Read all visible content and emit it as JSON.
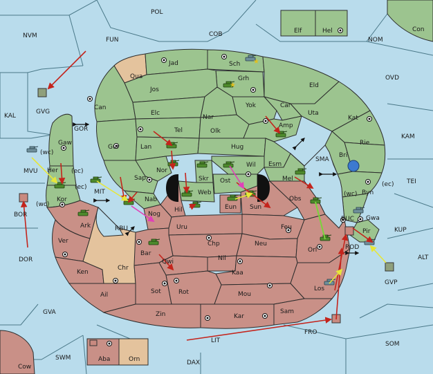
{
  "map": {
    "colors": {
      "sea": "#b9dcec",
      "north_power": "#9cc48f",
      "south_power": "#c99087",
      "neutral": "#e4c39d",
      "move_order": "#c4241c",
      "support_order": "#e6e63a",
      "convoy_order": "#e040b8",
      "hold_order": "#7ad43c"
    },
    "labels": {
      "pol": "POL",
      "cob": "COB",
      "nvm": "NVM",
      "fun": "FUN",
      "nom": "NOM",
      "con": "Con",
      "elf": "Elf",
      "hel": "Hel",
      "ovd": "OVD",
      "kam": "KAM",
      "kal": "KAL",
      "gvg": "GVG",
      "gor": "GOR",
      "gaw": "Gaw",
      "mvu": "MVU",
      "her": "Her",
      "kor": "Kor",
      "bor": "BOR",
      "dor": "DOR",
      "mit": "MIT",
      "rbu": "RBU",
      "qua": "Qua",
      "jad": "Jad",
      "sch": "Sch",
      "grh": "Grh",
      "jos": "Jos",
      "eld": "Eld",
      "can": "Can",
      "yok": "Yok",
      "car": "Car",
      "uta": "Uta",
      "elc": "Elc",
      "nar": "Nar",
      "kat": "Kat",
      "tel": "Tel",
      "olk": "Olk",
      "amp": "Amp",
      "gur": "Gur",
      "rie": "Rie",
      "lan": "Lan",
      "hug": "Hug",
      "sma": "SMA",
      "nor": "Nor",
      "esm": "Esm",
      "skr": "Skr",
      "wil": "Wil",
      "bri": "Bri",
      "sap": "Sap",
      "web": "Web",
      "ost": "Ost",
      "mel": "Mel",
      "byn": "Byn",
      "tei": "TEI",
      "nab": "Nab",
      "hil": "Hil",
      "eun": "Eun",
      "sun": "Sun",
      "obs": "Obs",
      "gwa": "Gwa",
      "ark": "Ark",
      "nog": "Nog",
      "buc": "BUC",
      "pir": "Pir",
      "kup": "KUP",
      "ver": "Ver",
      "uru": "Uru",
      "feu": "Feu",
      "chp": "Chp",
      "neu": "Neu",
      "rod": "ROD",
      "alt": "ALT",
      "ken": "Ken",
      "bar": "Bar",
      "qwi": "Qwi",
      "nil": "Nil",
      "orl": "Orl",
      "chr": "Chr",
      "kaa": "Kaa",
      "gvp": "GVP",
      "los": "Los",
      "ail": "Ail",
      "sot": "Sot",
      "rot": "Rot",
      "mou": "Mou",
      "gva": "GVA",
      "zin": "Zin",
      "kar": "Kar",
      "sam": "Sam",
      "fro": "FRO",
      "lit": "LIT",
      "som": "SOM",
      "swm": "SWM",
      "aba": "Aba",
      "orn": "Orn",
      "dax": "DAX",
      "cow": "Cow"
    },
    "coast_tags": {
      "wc1": "(wc)",
      "ec1": "(ec)",
      "ec2": "(ec)",
      "wc2": "(wc)",
      "ec3": "(ec)",
      "wc3": "(wc)"
    }
  }
}
